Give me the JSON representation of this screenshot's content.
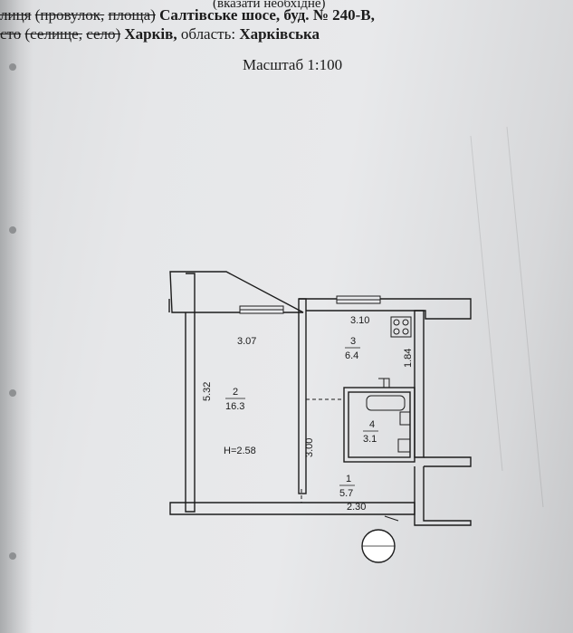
{
  "header": {
    "note": "(вказати необхідне)",
    "street_label_struck_1": "лиця",
    "street_label_struck_2": "(провулок,",
    "street_label_struck_3": "площа)",
    "street_value": "Салтівське шосе, буд. № 240-В,",
    "city_label_struck_1": "сто",
    "city_label_struck_2": "(селище,",
    "city_label_struck_3": "село)",
    "city_value": "Харків,",
    "region_label": "область:",
    "region_value": "Харківська"
  },
  "scale": "Масштаб 1:100",
  "plan": {
    "dimensions": {
      "d_3_07": "3.07",
      "d_5_32": "5.32",
      "d_3_10": "3.10",
      "d_1_84": "1.84",
      "d_3_00": "3.00",
      "d_2_30": "2.30",
      "height": "H=2.58"
    },
    "rooms": [
      {
        "number": "1",
        "area": "5.7"
      },
      {
        "number": "2",
        "area": "16.3"
      },
      {
        "number": "3",
        "area": "6.4"
      },
      {
        "number": "4",
        "area": "3.1"
      }
    ]
  }
}
